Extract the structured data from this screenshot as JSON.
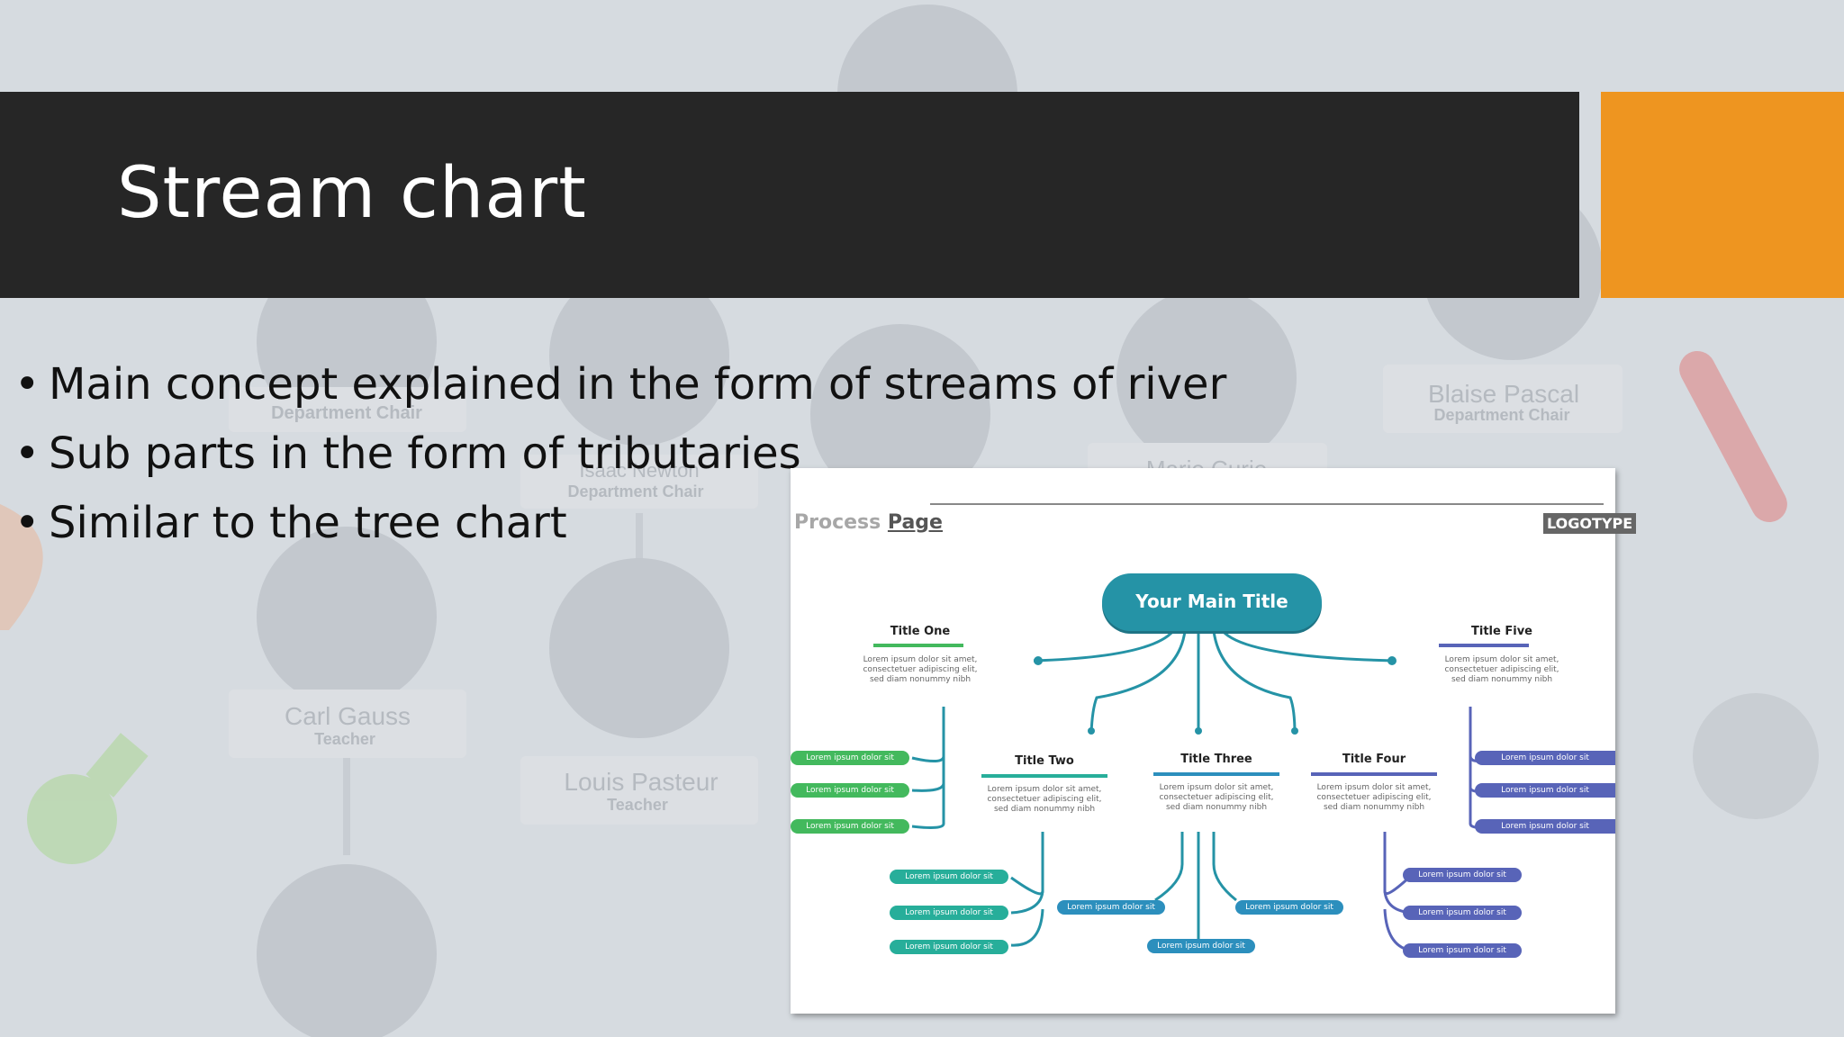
{
  "slide": {
    "title": "Stream chart",
    "bullets": [
      "Main concept explained in the form of streams of river",
      "Sub  parts in the form of tributaries",
      "Similar to the tree chart"
    ]
  },
  "background_cards": [
    {
      "name": "Department Chair",
      "role": ""
    },
    {
      "name": "Blaise Pascal",
      "role": "Department Chair"
    },
    {
      "name": "Isaac Newton",
      "role": "Department Chair"
    },
    {
      "name": "Marie Curie",
      "role": ""
    },
    {
      "name": "Carl Gauss",
      "role": "Teacher"
    },
    {
      "name": "Louis Pasteur",
      "role": "Teacher"
    }
  ],
  "diagram": {
    "header_left": "Process",
    "header_right": "Page",
    "logotype": "LOGOTYPE",
    "main_title": "Your Main Title",
    "titles": [
      "Title One",
      "Title Two",
      "Title Three",
      "Title Four",
      "Title Five"
    ],
    "body_line1": "Lorem ipsum dolor sit amet,",
    "body_line2": "consectetuer adipiscing elit,",
    "body_line3": "sed diam nonummy nibh",
    "pill_text": "Lorem ipsum dolor sit"
  },
  "colors": {
    "title_bar": "#262626",
    "accent": "#ee9520",
    "main_title_fill": "#2593a6"
  }
}
